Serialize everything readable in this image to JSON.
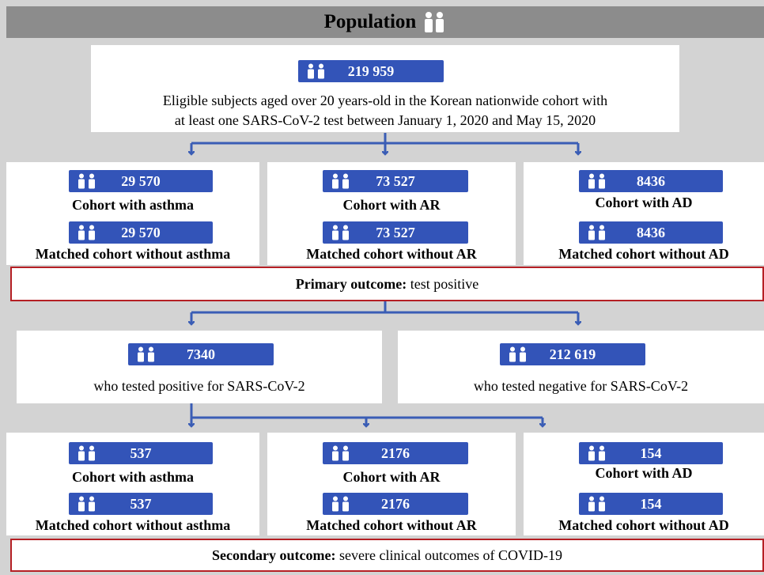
{
  "header": {
    "title": "Population"
  },
  "eligible": {
    "count": "219 959",
    "line1": "Eligible subjects aged over 20 years-old in the Korean nationwide cohort with",
    "line2": "at least one SARS-CoV-2 test between January 1, 2020 and May 15, 2020"
  },
  "primary_cohorts": [
    {
      "count": "29 570",
      "label": "Cohort with asthma",
      "matched_count": "29 570",
      "matched_label": "Matched cohort without asthma"
    },
    {
      "count": "73 527",
      "label": "Cohort with AR",
      "matched_count": "73 527",
      "matched_label": "Matched cohort without AR"
    },
    {
      "count": "8436",
      "label": "Cohort with AD",
      "matched_count": "8436",
      "matched_label": "Matched cohort without AD"
    }
  ],
  "primary_outcome": {
    "label": "Primary outcome:",
    "text": " test positive"
  },
  "positive": {
    "count": "7340",
    "label": "who tested positive for SARS-CoV-2"
  },
  "negative": {
    "count": "212 619",
    "label": "who tested negative for SARS-CoV-2"
  },
  "secondary_cohorts": [
    {
      "count": "537",
      "label": "Cohort with asthma",
      "matched_count": "537",
      "matched_label": "Matched cohort without asthma"
    },
    {
      "count": "2176",
      "label": "Cohort with AR",
      "matched_count": "2176",
      "matched_label": "Matched cohort without AR"
    },
    {
      "count": "154",
      "label": "Cohort with AD",
      "matched_count": "154",
      "matched_label": "Matched cohort without AD"
    }
  ],
  "secondary_outcome": {
    "label": "Secondary outcome:",
    "text": " severe clinical outcomes of COVID-19"
  },
  "colors": {
    "arrow": "#3a5db5",
    "badge": "#3354b8",
    "outcome_border": "#b51f24",
    "header": "#8c8c8c",
    "background": "#d3d3d3"
  },
  "icons": {
    "people": "people-icon"
  }
}
